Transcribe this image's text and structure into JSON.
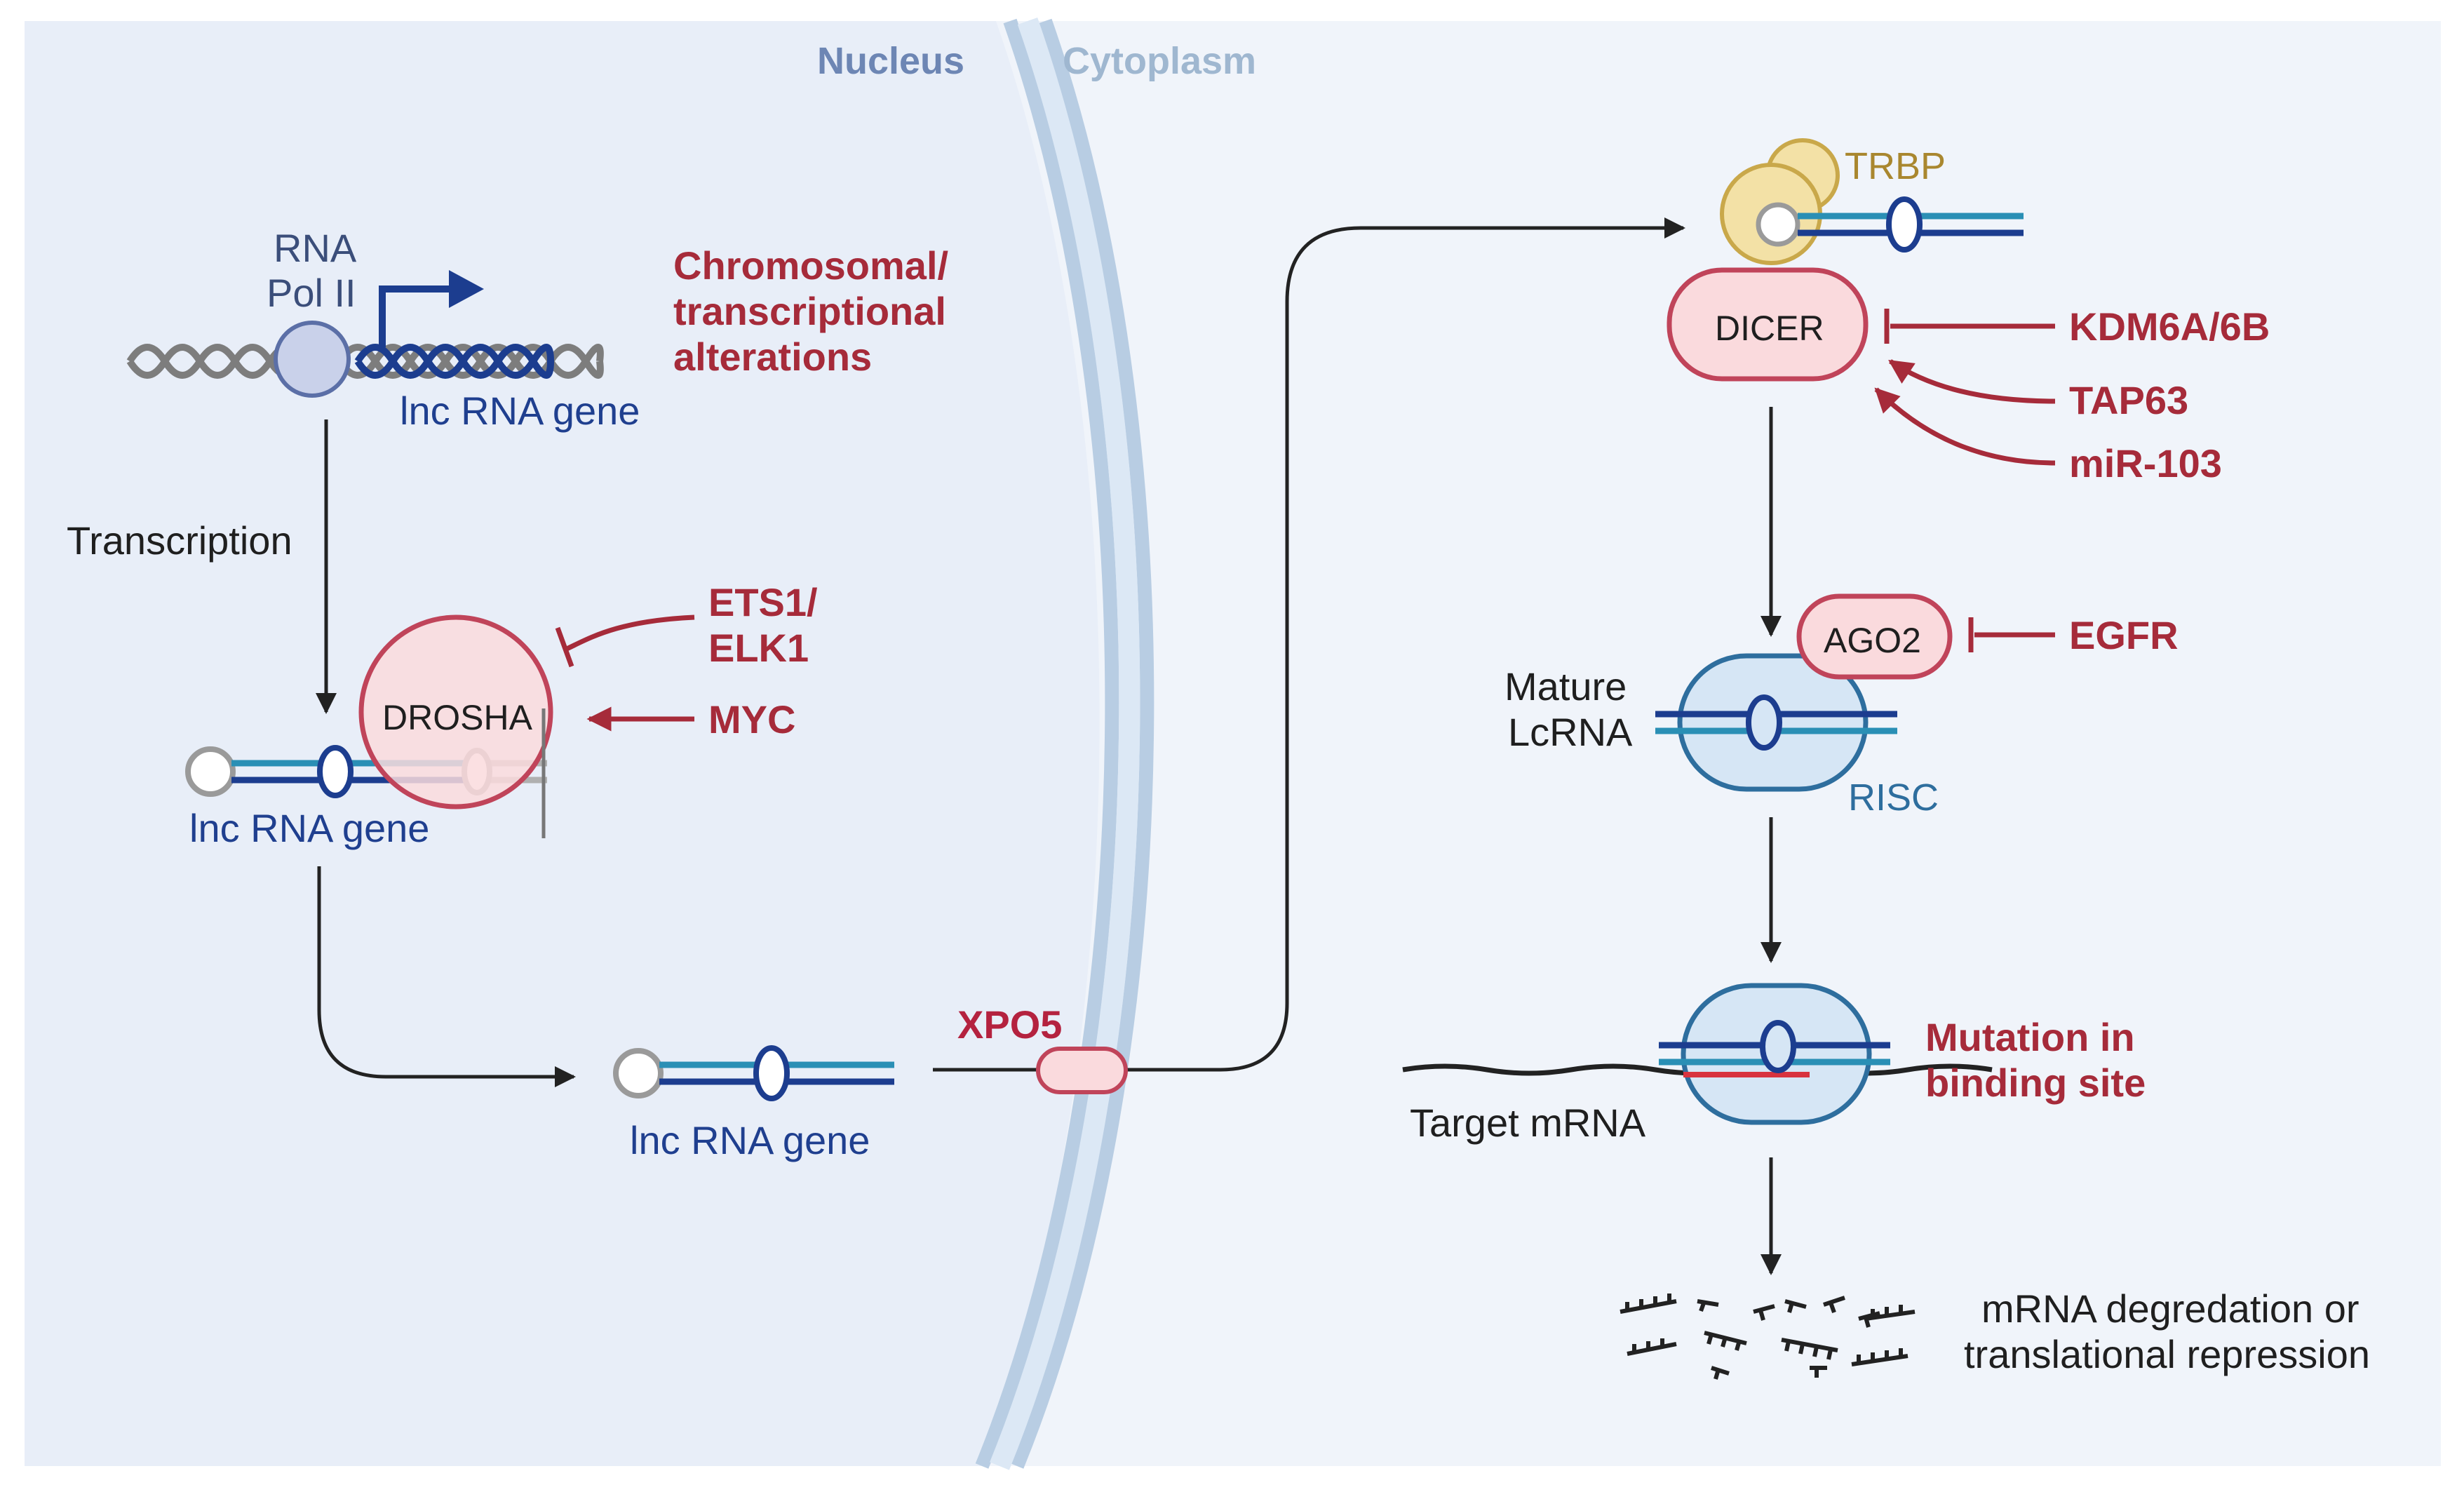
{
  "compartments": {
    "nucleus": "Nucleus",
    "cytoplasm": "Cytoplasm"
  },
  "transcription": {
    "polymerase_line1": "RNA",
    "polymerase_line2": "Pol II",
    "gene_label": "lnc RNA gene",
    "alteration_line1": "Chromosomal/",
    "alteration_line2": "transcriptional",
    "alteration_line3": "alterations",
    "step_label": "Transcription"
  },
  "processing": {
    "enzyme": "DROSHA",
    "regulator_inhibit_line1": "ETS1/",
    "regulator_inhibit_line2": "ELK1",
    "regulator_activate": "MYC",
    "product_label": "lnc RNA gene"
  },
  "export": {
    "product_label": "lnc RNA gene",
    "exporter": "XPO5"
  },
  "cytoplasm": {
    "cofactor": "TRBP",
    "enzyme": "DICER",
    "regulator_inhibit": "KDM6A/6B",
    "regulator_activate_1": "TAP63",
    "regulator_activate_2": "miR-103",
    "argonaute": "AGO2",
    "argonaute_inhibitor": "EGFR",
    "mature_line1": "Mature",
    "mature_line2": "LcRNA",
    "complex": "RISC",
    "target_label": "Target mRNA",
    "mutation_line1": "Mutation in",
    "mutation_line2": "binding site",
    "outcome_line1": "mRNA degredation or",
    "outcome_line2": "translational repression"
  },
  "colors": {
    "nucleus_bg": "#e8eef8",
    "cytoplasm_bg": "#f0f4fa",
    "membrane": "#b8cde3",
    "regulator_red": "#a62b3a",
    "enzyme_fill": "#fadadd",
    "enzyme_stroke": "#c0445a",
    "rna_blue": "#1c3d8f",
    "rna_teal": "#2a8fb5",
    "risc_fill": "#d6e6f5",
    "risc_stroke": "#2e6e9e",
    "trbp_fill": "#f3e1a6",
    "trbp_stroke": "#c9a84a"
  }
}
